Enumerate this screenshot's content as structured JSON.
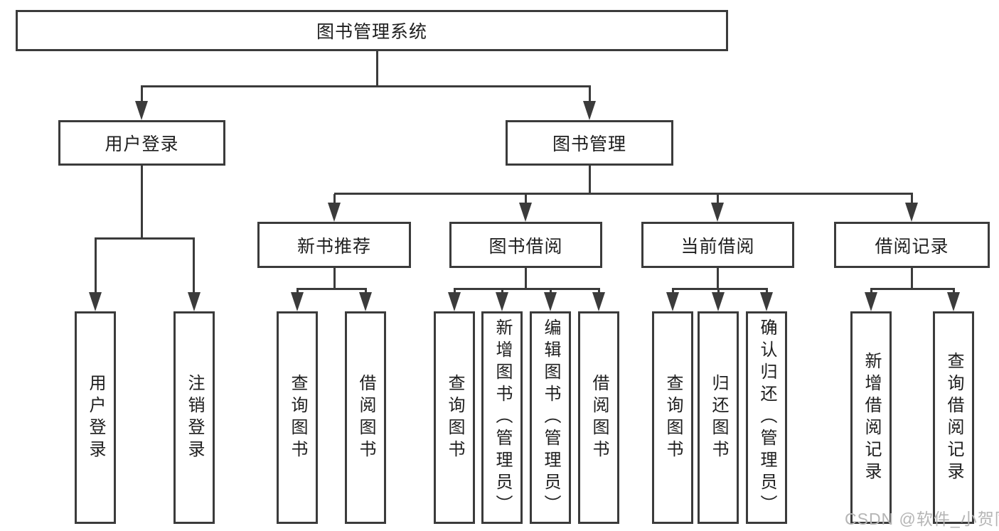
{
  "tree": {
    "label": "图书管理系统",
    "children": [
      {
        "label": "用户登录",
        "children": [
          {
            "label": "用户登录"
          },
          {
            "label": "注销登录"
          }
        ]
      },
      {
        "label": "图书管理",
        "children": [
          {
            "label": "新书推荐",
            "children": [
              {
                "label": "查询图书"
              },
              {
                "label": "借阅图书"
              }
            ]
          },
          {
            "label": "图书借阅",
            "children": [
              {
                "label": "查询图书"
              },
              {
                "label": "新增图书（管理员）"
              },
              {
                "label": "编辑图书（管理员）"
              },
              {
                "label": "借阅图书"
              }
            ]
          },
          {
            "label": "当前借阅",
            "children": [
              {
                "label": "查询图书"
              },
              {
                "label": "归还图书"
              },
              {
                "label": "确认归还（管理员）"
              }
            ]
          },
          {
            "label": "借阅记录",
            "children": [
              {
                "label": "新增借阅记录"
              },
              {
                "label": "查询借阅记录"
              }
            ]
          }
        ]
      }
    ]
  },
  "watermark": "CSDN @软件_小贺同学",
  "colors": {
    "line": "#3b3b3b",
    "text": "#1e1e1e",
    "background": "#ffffff",
    "watermark": "#b5b5b5"
  }
}
